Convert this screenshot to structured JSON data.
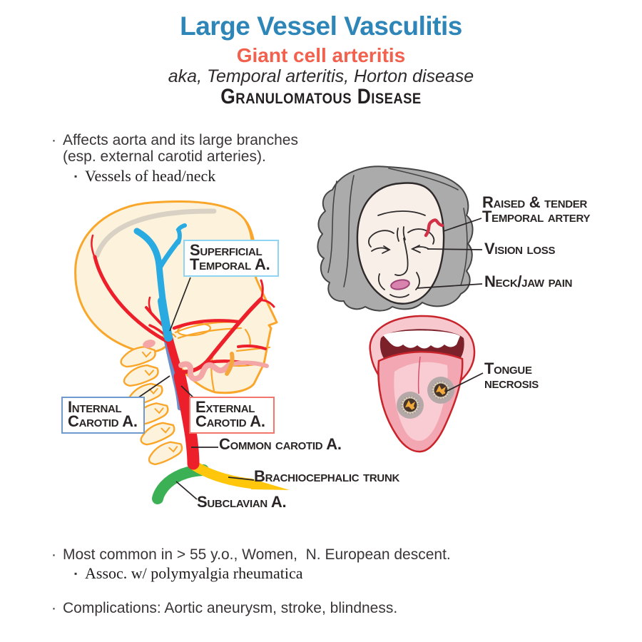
{
  "header": {
    "title": "Large Vessel Vasculitis",
    "subtitle": "Giant cell arteritis",
    "aka": "aka, Temporal arteritis, Horton disease",
    "classification": "Granulomatous Disease"
  },
  "notes_top": {
    "bullet_marker": "·",
    "sub_marker": "▪",
    "line1": "Affects aorta and its large branches",
    "line2": "(esp. external carotid arteries).",
    "sub": "Vessels of head/neck"
  },
  "anatomy_labels": {
    "superficial_temporal": {
      "line1": "Superficial",
      "line2": "Temporal A."
    },
    "internal_carotid": {
      "line1": "Internal",
      "line2": "Carotid A."
    },
    "external_carotid": {
      "line1": "External",
      "line2": "Carotid A."
    },
    "common_carotid": "Common carotid A.",
    "brachiocephalic": "Brachiocephalic trunk",
    "subclavian": "Subclavian A."
  },
  "symptom_labels": {
    "temporal_artery": {
      "line1": "Raised & tender",
      "line2": "Temporal artery"
    },
    "vision_loss": "Vision loss",
    "neck_jaw_pain": "Neck/jaw pain",
    "tongue_necrosis": {
      "line1": "Tongue",
      "line2": "necrosis"
    }
  },
  "notes_bottom": {
    "bullet_marker": "·",
    "sub_marker": "▪",
    "bullet1": "Most common in > 55 y.o., Women,  N. European descent.",
    "sub1": "Assoc. w/ polymyalgia rheumatica",
    "bullet2": "Complications: Aortic aneurysm, stroke, blindness."
  },
  "colors": {
    "title_blue": "#2e86b8",
    "accent_coral": "#f2614e",
    "artery_red": "#ec1f2b",
    "superficial_temporal_blue": "#29abe2",
    "internal_carotid_blue": "#6b8fcb",
    "brachiocephalic_yellow": "#ffc60b",
    "subclavian_green": "#3cb054",
    "bone_outline_orange": "#f9a62a",
    "bone_fill_cream": "#fdf3dd",
    "box_border_light_blue": "#8fd4f2",
    "box_border_blue": "#6f9ad0",
    "box_border_red": "#f2766b",
    "hair_gray": "#ababab",
    "tongue_pink": "#f3a7b2"
  }
}
